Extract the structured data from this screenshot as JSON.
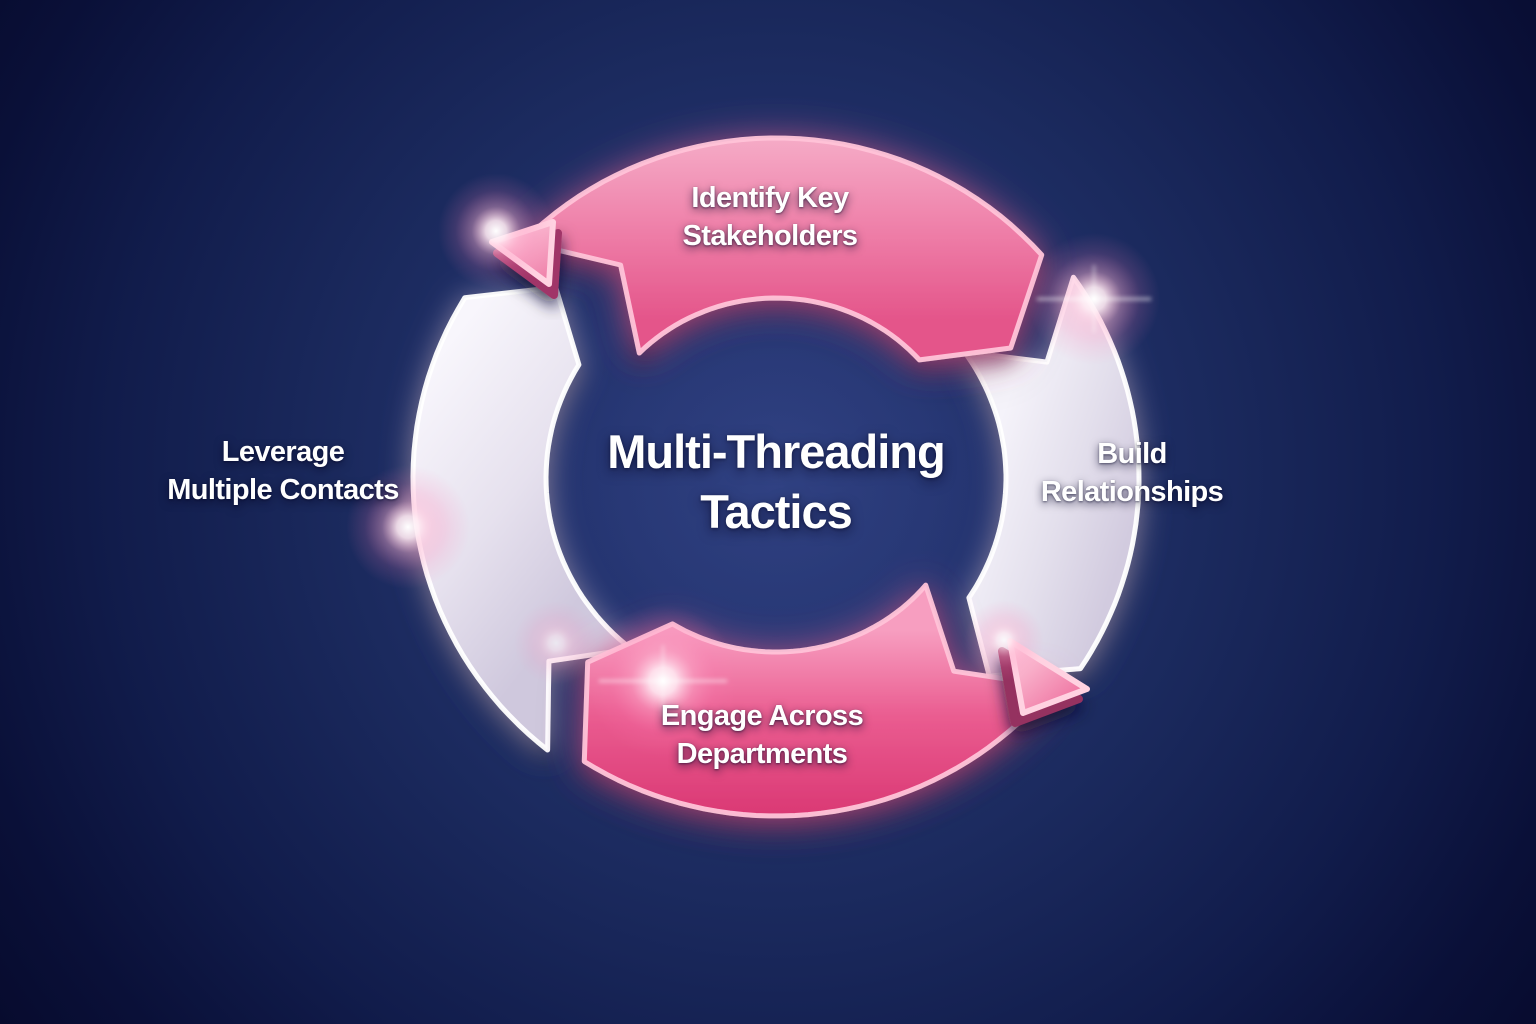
{
  "title": {
    "line1": "Multi-Threading",
    "line2": "Tactics"
  },
  "segments": [
    {
      "position": "top",
      "label_line1": "Identify Key",
      "label_line2": "Stakeholders",
      "fill": "#ee7da7"
    },
    {
      "position": "right",
      "label_line1": "Build",
      "label_line2": "Relationships",
      "fill": "#e6e2ef"
    },
    {
      "position": "bottom",
      "label_line1": "Engage Across",
      "label_line2": "Departments",
      "fill": "#ea5c90"
    },
    {
      "position": "left",
      "label_line1": "Leverage",
      "label_line2": "Multiple Contacts",
      "fill": "#e6e2ef"
    }
  ],
  "colors": {
    "background_center": "#2b3b7a",
    "background_edge": "#070b2e",
    "pink_light": "#f6b0ca",
    "pink_deep": "#d93672",
    "white_arc_light": "#f8f6fc",
    "white_arc_shade": "#cfc8dd",
    "rim_pink": "#ffc3d8",
    "rim_white": "#ffffff",
    "glow_pink": "#ff6fa9",
    "text": "#ffffff"
  }
}
